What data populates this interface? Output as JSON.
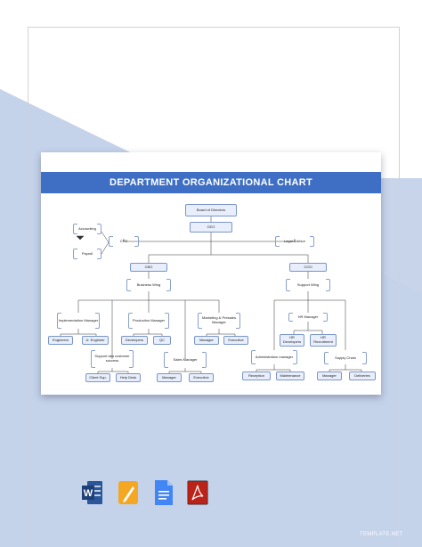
{
  "title": "DEPARTMENT ORGANIZATIONAL CHART",
  "nodes": {
    "board": "Board of Directors",
    "ceo": "CEO",
    "cfo": "CFO",
    "legal": "Legal Advisor",
    "accounting": "Accounting",
    "payroll": "Payroll",
    "cbo": "CBO",
    "coo": "COO",
    "business_wing": "Business Wing",
    "support_wing": "Support Wing",
    "impl_manager": "Implementation Manager",
    "production_manager": "Production Manager",
    "marketing_manager": "Marketing & Presales Manager",
    "hr_manager": "HR Manager",
    "engineers": "Engineers",
    "jr_engineer": "Jr. Engineer",
    "developers": "Developers",
    "qc": "QC",
    "mkt_manager": "Manager",
    "executive": "Executive",
    "hr_developers": "HR Developers",
    "hr_recruitment": "HR Recruitment",
    "support_success": "Support aka customer success",
    "sales_manager": "Sales Manager",
    "admin_manager": "Administration manager",
    "supply_chain": "Supply Chain",
    "client_sup": "Client Sup.",
    "help_desk": "Help Desk",
    "sales_mgr": "Manager",
    "sales_exec": "Executive",
    "reception": "Reception",
    "maintenance": "Maintenance",
    "sc_manager": "Manager",
    "deliveries": "Deliveries"
  },
  "file_icons": [
    "word-icon",
    "pages-icon",
    "google-docs-icon",
    "pdf-icon"
  ],
  "brand": "TEMPLATE.NET",
  "colors": {
    "banner": "#3e6fc4",
    "node_fill": "#e8eefb",
    "node_border": "#7a96c8",
    "background": "#c7d4ea"
  }
}
